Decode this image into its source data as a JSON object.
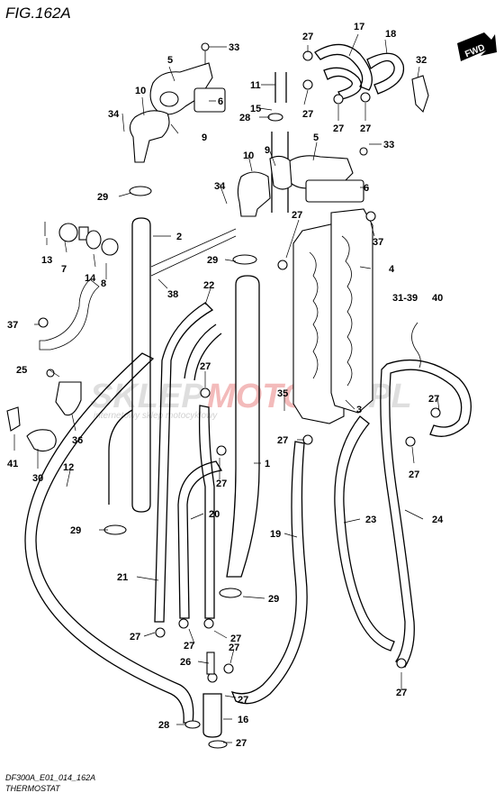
{
  "header": {
    "figure_label": "FIG.162A"
  },
  "footer": {
    "code": "DF300A_E01_014_162A",
    "caption": "THERMOSTAT"
  },
  "direction": {
    "label": "FWD"
  },
  "watermark": {
    "brand_a": "SKLEP",
    "brand_b": "MOTO",
    "tagline": "internetowy sklep motocyklowy"
  },
  "callouts": [
    {
      "id": "c33a",
      "text": "33"
    },
    {
      "id": "c27a",
      "text": "27"
    },
    {
      "id": "c17",
      "text": "17"
    },
    {
      "id": "c18",
      "text": "18"
    },
    {
      "id": "c32",
      "text": "32"
    },
    {
      "id": "c5a",
      "text": "5"
    },
    {
      "id": "c11",
      "text": "11"
    },
    {
      "id": "c10a",
      "text": "10"
    },
    {
      "id": "c6a",
      "text": "6"
    },
    {
      "id": "c15",
      "text": "15"
    },
    {
      "id": "c27b",
      "text": "27"
    },
    {
      "id": "c34a",
      "text": "34"
    },
    {
      "id": "c28a",
      "text": "28"
    },
    {
      "id": "c27c",
      "text": "27"
    },
    {
      "id": "c27d",
      "text": "27"
    },
    {
      "id": "c9a",
      "text": "9"
    },
    {
      "id": "c5b",
      "text": "5"
    },
    {
      "id": "c33b",
      "text": "33"
    },
    {
      "id": "c10b",
      "text": "10"
    },
    {
      "id": "c9b",
      "text": "9"
    },
    {
      "id": "c29a",
      "text": "29"
    },
    {
      "id": "c34b",
      "text": "34"
    },
    {
      "id": "c6b",
      "text": "6"
    },
    {
      "id": "c27e",
      "text": "27"
    },
    {
      "id": "c2",
      "text": "2"
    },
    {
      "id": "c13",
      "text": "13"
    },
    {
      "id": "c7",
      "text": "7"
    },
    {
      "id": "c37a",
      "text": "37"
    },
    {
      "id": "c14",
      "text": "14"
    },
    {
      "id": "c29b",
      "text": "29"
    },
    {
      "id": "c4",
      "text": "4"
    },
    {
      "id": "c8",
      "text": "8"
    },
    {
      "id": "c38",
      "text": "38"
    },
    {
      "id": "c22",
      "text": "22"
    },
    {
      "id": "c3139",
      "text": "31-39"
    },
    {
      "id": "c40",
      "text": "40"
    },
    {
      "id": "c37b",
      "text": "37"
    },
    {
      "id": "c25",
      "text": "25"
    },
    {
      "id": "c27f",
      "text": "27"
    },
    {
      "id": "c35",
      "text": "35"
    },
    {
      "id": "c3",
      "text": "3"
    },
    {
      "id": "c27g",
      "text": "27"
    },
    {
      "id": "c36",
      "text": "36"
    },
    {
      "id": "c27h",
      "text": "27"
    },
    {
      "id": "c41",
      "text": "41"
    },
    {
      "id": "c30",
      "text": "30"
    },
    {
      "id": "c12",
      "text": "12"
    },
    {
      "id": "c1",
      "text": "1"
    },
    {
      "id": "c27i",
      "text": "27"
    },
    {
      "id": "c27j",
      "text": "27"
    },
    {
      "id": "c23",
      "text": "23"
    },
    {
      "id": "c24",
      "text": "24"
    },
    {
      "id": "c20",
      "text": "20"
    },
    {
      "id": "c19",
      "text": "19"
    },
    {
      "id": "c29c",
      "text": "29"
    },
    {
      "id": "c21",
      "text": "21"
    },
    {
      "id": "c29d",
      "text": "29"
    },
    {
      "id": "c27k",
      "text": "27"
    },
    {
      "id": "c27l",
      "text": "27"
    },
    {
      "id": "c27m",
      "text": "27"
    },
    {
      "id": "c27n",
      "text": "27"
    },
    {
      "id": "c26",
      "text": "26"
    },
    {
      "id": "c27o",
      "text": "27"
    },
    {
      "id": "c27p",
      "text": "27"
    },
    {
      "id": "c28b",
      "text": "28"
    },
    {
      "id": "c16",
      "text": "16"
    },
    {
      "id": "c27q",
      "text": "27"
    }
  ]
}
